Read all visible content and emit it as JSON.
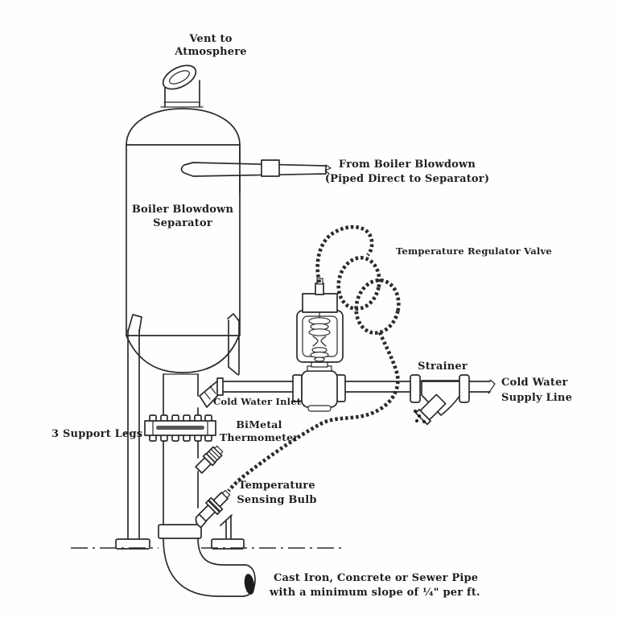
{
  "labels": {
    "vent_1": "Vent to",
    "vent_2": "Atmosphere",
    "from_blowdown_1": "From Boiler Blowdown",
    "from_blowdown_2": "(Piped Direct to Separator)",
    "separator_1": "Boiler Blowdown",
    "separator_2": "Separator",
    "regulator_valve": "Temperature Regulator Valve",
    "strainer": "Strainer",
    "cold_water_supply_1": "Cold Water",
    "cold_water_supply_2": "Supply Line",
    "cold_water_inlet": "Cold Water Inlet",
    "support_legs": "3 Support Legs",
    "bimetal_1": "BiMetal",
    "bimetal_2": "Thermometer",
    "sensing_bulb_1": "Temperature",
    "sensing_bulb_2": "Sensing Bulb",
    "drain_note_1": "Cast Iron, Concrete or Sewer Pipe",
    "drain_note_2": "with a minimum slope of ¼\" per ft."
  },
  "colors": {
    "ink": "#2b2b2b",
    "text": "#1f1f1f",
    "background": "#fefefe"
  }
}
